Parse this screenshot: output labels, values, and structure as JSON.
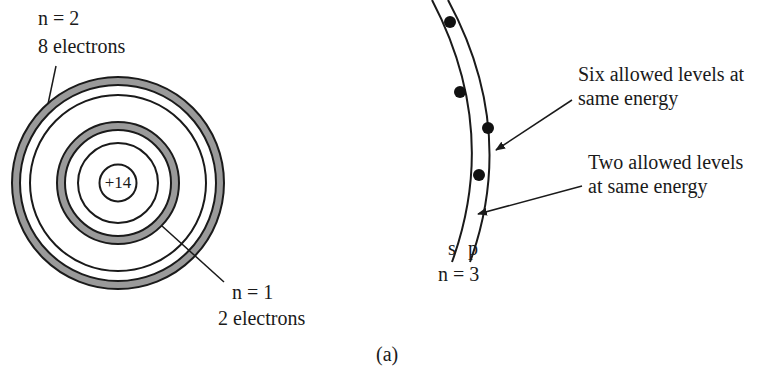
{
  "diagram": {
    "nodes": [
      {
        "text": [
          "+14"
        ]
      }
    ],
    "labels": [
      "n = 2",
      "8 electrons",
      "n = 1",
      "2 electrons",
      "Six allowed levels at same energy",
      "Two allowed levels at same energy",
      "s",
      "p",
      "n = 3",
      "(a)"
    ]
  }
}
